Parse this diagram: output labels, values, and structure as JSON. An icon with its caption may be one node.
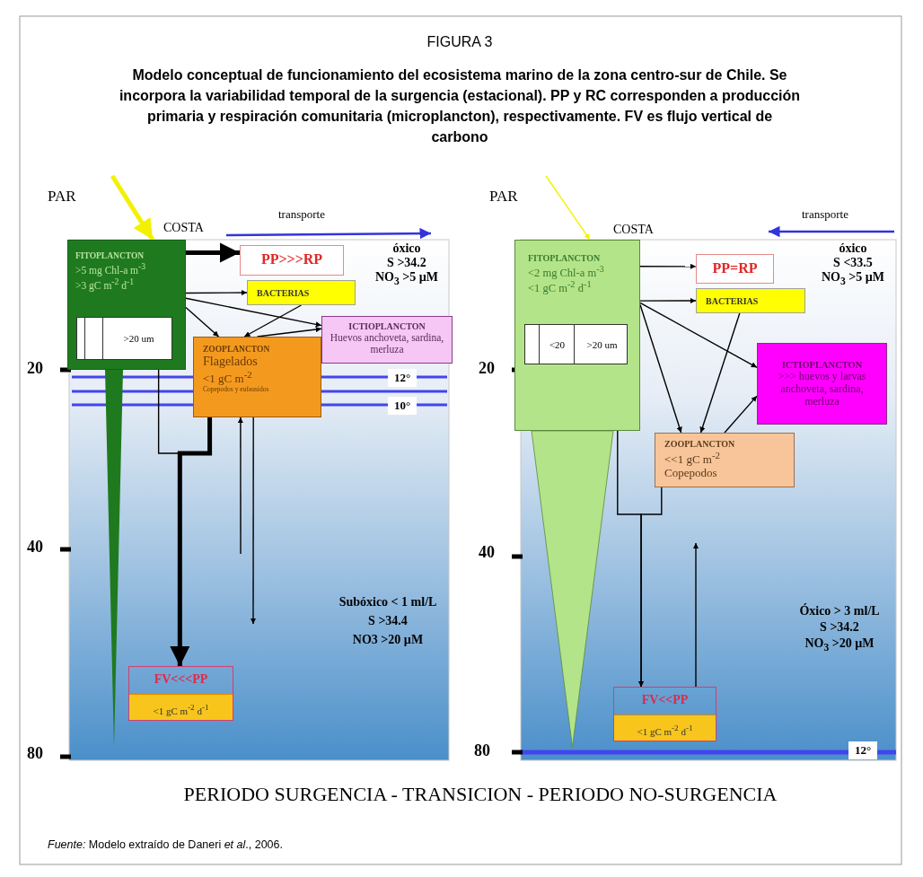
{
  "diagram": {
    "title": "FIGURA 3",
    "caption": "*Fuente:* Modelo extraído de Daneri *et al*., 2006.",
    "nodes": [
      {
        "text": [
          "FITOPLANCTON",
          ">5 mg Chl-a m$^{-3}$",
          ">3 gC m$^{-2}$ d$^{-1}$"
        ]
      },
      {
        "text": [
          ">20 um"
        ],
        "in": 0
      },
      {
        "text": [
          "PP>>>RP"
        ]
      },
      {
        "text": [
          "BACTERIAS"
        ]
      },
      {
        "text": [
          "ICTIOPLANCTON",
          "Huevos anchoveta, sardina, merluza"
        ]
      },
      {
        "text": [
          "ZOOPLANCTON",
          "Flagelados",
          "<1 gC m$^{-2}$",
          "Copepodos y eufausidos"
        ]
      },
      {
        "text": [
          "FV<<<PP",
          "<1 gC m$^{-2}$ d$^{-1}$"
        ]
      },
      {
        "text": [
          "FITOPLANCTON",
          "<2 mg Chl-a m$^{-3}$",
          "<1 gC m$^{-2}$ d$^{-1}$"
        ]
      },
      {
        "text": [
          "<20",
          ">20 um"
        ],
        "in": 7
      },
      {
        "text": [
          "PP=RP"
        ]
      },
      {
        "text": [
          "BACTERIAS"
        ]
      },
      {
        "text": [
          "ICTIOPLANCTON",
          ">>> huevos y larvas anchoveta, sardina, merluza"
        ]
      },
      {
        "text": [
          "ZOOPLANCTON",
          "<<1 gC m$^{-2}$",
          "Copepodos"
        ]
      },
      {
        "text": [
          "FV<<PP",
          "<1 gC m$^{-2}$ d$^{-1}$"
        ]
      },
      {
        "text": [],
        "shape": "triangle"
      },
      {
        "text": [],
        "shape": "triangle"
      }
    ],
    "edges": [
      {
        "from": null,
        "to": 0,
        "arrow": "to",
        "style": "thick",
        "color": "#f2f200"
      },
      {
        "from": 0,
        "to": 2,
        "arrow": "to",
        "style": "thick"
      },
      {
        "from": 0,
        "to": 3,
        "arrow": "to"
      },
      {
        "from": 0,
        "to": 4,
        "arrow": "to"
      },
      {
        "from": 0,
        "to": 5,
        "arrow": "to"
      },
      {
        "from": 3,
        "to": 5,
        "arrow": "to"
      },
      {
        "from": 5,
        "to": 4,
        "arrow": "to"
      },
      {
        "from": 0,
        "to": 6,
        "arrow": "to"
      },
      {
        "from": 5,
        "to": 6,
        "arrow": "to",
        "style": "thick"
      },
      {
        "from": null,
        "to": 5,
        "arrow": "to"
      },
      {
        "from": 5,
        "to": null,
        "arrow": "to"
      },
      {
        "from": null,
        "to": 7,
        "arrow": "to",
        "color": "#f2f200"
      },
      {
        "from": 7,
        "to": 9,
        "arrow": "to"
      },
      {
        "from": 7,
        "to": 10,
        "arrow": "to"
      },
      {
        "from": 7,
        "to": 11,
        "arrow": "to"
      },
      {
        "from": 7,
        "to": 12,
        "arrow": "to"
      },
      {
        "from": 10,
        "to": 12,
        "arrow": "to"
      },
      {
        "from": 12,
        "to": 11,
        "arrow": "to"
      },
      {
        "from": 7,
        "to": 13,
        "arrow": "to"
      },
      {
        "from": 12,
        "to": 13,
        "arrow": "to"
      },
      {
        "from": 13,
        "to": null,
        "arrow": "to"
      }
    ],
    "labels": [
      "Modelo conceptual de funcionamiento del ecosistema marino de la zona centro-sur de Chile. Se incorpora la variabilidad temporal de la surgencia (estacional). PP y RC corresponden a producción primaria y respiración comunitaria (microplancton), respectivamente. FV es flujo vertical de carbono",
      "PAR",
      "COSTA",
      "transporte",
      "óxico",
      "S >34.2",
      "NO$_{3}$ >5 µM",
      "12°",
      "10°",
      "20",
      "40",
      "80",
      "Subóxico < 1 ml/L",
      "S >34.4",
      "NO3 >20 µM",
      "PAR",
      "COSTA",
      "transporte",
      "óxico",
      "S <33.5",
      "NO$_{3}$ >5 µM",
      "20",
      "40",
      "80",
      "Óxico > 3 ml/L",
      "S >34.2",
      "NO$_{3}$ >20 µM",
      "12°",
      "PERIODO SURGENCIA - TRANSICION - PERIODO NO-SURGENCIA"
    ]
  }
}
